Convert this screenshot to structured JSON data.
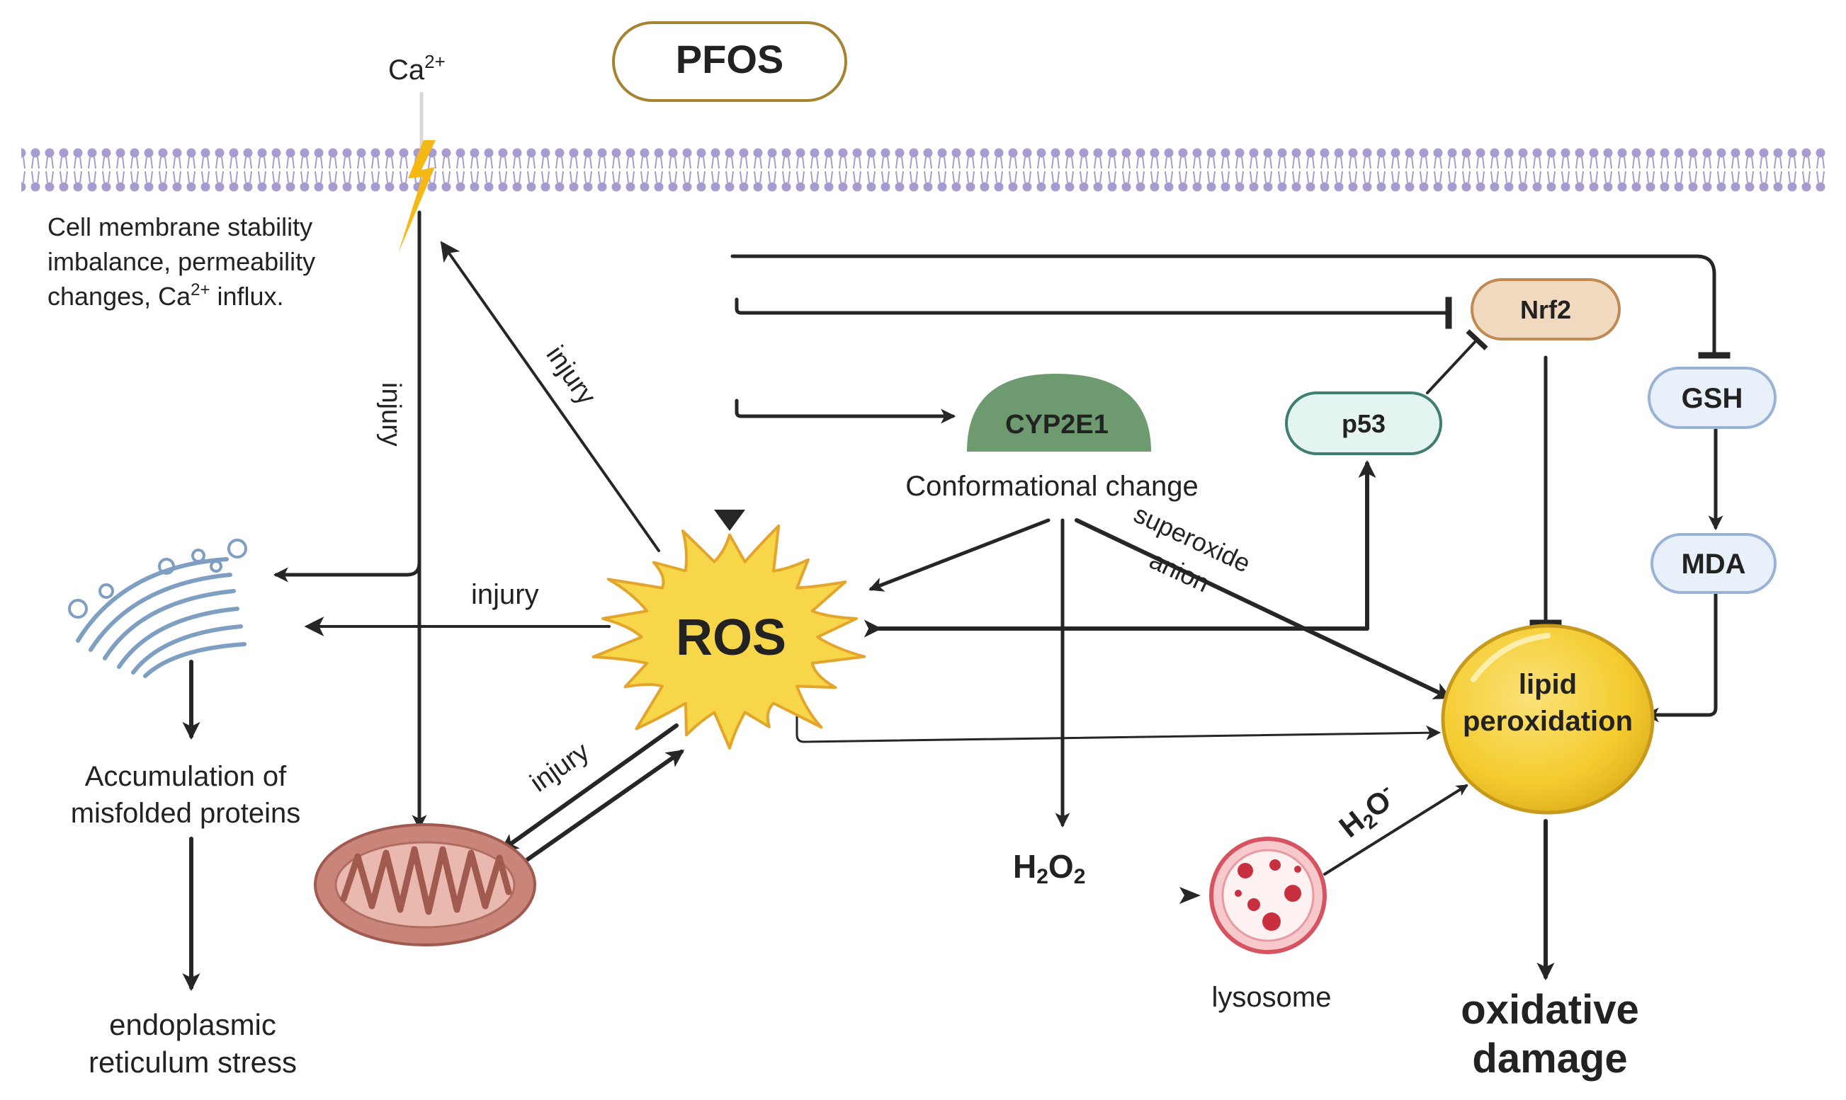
{
  "nodes": {
    "pfos": "PFOS",
    "ros": "ROS",
    "cyp2e1": "CYP2E1",
    "nrf2": "Nrf2",
    "p53": "p53",
    "gsh": "GSH",
    "mda": "MDA",
    "lipid_line1": "lipid",
    "lipid_line2": "peroxidation",
    "oxidative_line1": "oxidative",
    "oxidative_line2": "damage",
    "lysosome": "lysosome"
  },
  "labels": {
    "ca_base": "Ca",
    "ca_sup": "2+",
    "membrane_line1": "Cell membrane stability",
    "membrane_line2": "imbalance, permeability",
    "membrane_line3_a": "changes, Ca",
    "membrane_line3_sup": "2+",
    "membrane_line3_b": " influx.",
    "injury_vertical": "injury",
    "injury_diagonal": "injury",
    "injury_er": "injury",
    "injury_mito": "injury",
    "conformational": "Conformational change",
    "superoxide_line1": "superoxide",
    "superoxide_line2": "anion",
    "h2o2_h": "H",
    "h2o2_sub1": "2",
    "h2o2_o": "O",
    "h2o2_sub2": "2",
    "h2o_h": "H",
    "h2o_sub": "2",
    "h2o_o": "O",
    "h2o_sup": "-",
    "misfolded_line1": "Accumulation of",
    "misfolded_line2": "misfolded proteins",
    "er_stress_line1": "endoplasmic",
    "er_stress_line2": "reticulum stress"
  },
  "colors": {
    "membrane": "#a79bd0",
    "ros_fill": "#f7d64a",
    "ros_stroke": "#e3a52b",
    "cyp2e1": "#6d9a6f",
    "nrf2_fill": "#f1d9bf",
    "nrf2_stroke": "#c08a55",
    "p53_fill": "#e4f5f1",
    "p53_stroke": "#3f7d70",
    "gsh_fill": "#e8f0fa",
    "gsh_stroke": "#9ab2d6",
    "lipid_fill": "#f7d237",
    "lipid_stroke": "#c79a1d",
    "mito": "#c9857a",
    "lysosome": "#d6535f",
    "lightning": "#f5b916",
    "er": "#7e9ec2"
  }
}
